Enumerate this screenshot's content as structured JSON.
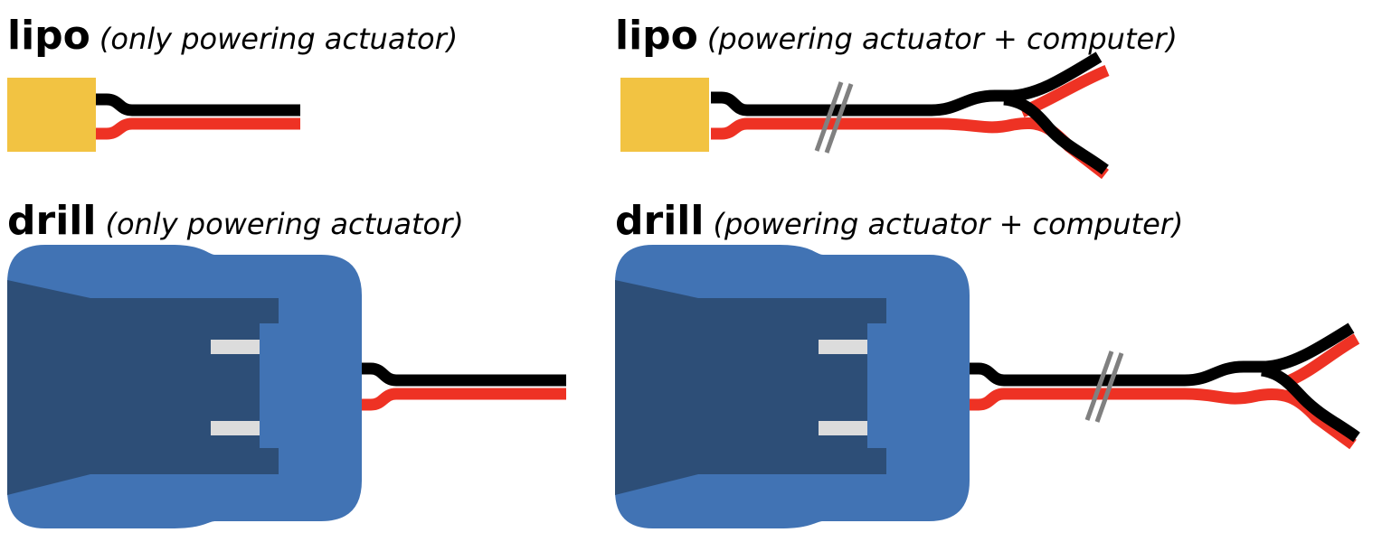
{
  "panels": {
    "lipo_actuator": {
      "name": "lipo",
      "note": "(only powering actuator)"
    },
    "lipo_computer": {
      "name": "lipo",
      "note": "(powering actuator + computer)"
    },
    "drill_actuator": {
      "name": "drill",
      "note": "(only powering actuator)"
    },
    "drill_computer": {
      "name": "drill",
      "note": "(powering actuator + computer)"
    }
  },
  "colors": {
    "lipo_connector": "#f2c342",
    "drill_body": "#4173b4",
    "drill_dark": "#2d4e77",
    "drill_contact": "#dcdcdc",
    "wire_black": "#000000",
    "wire_red": "#ee3224",
    "break_mark": "#808080"
  }
}
